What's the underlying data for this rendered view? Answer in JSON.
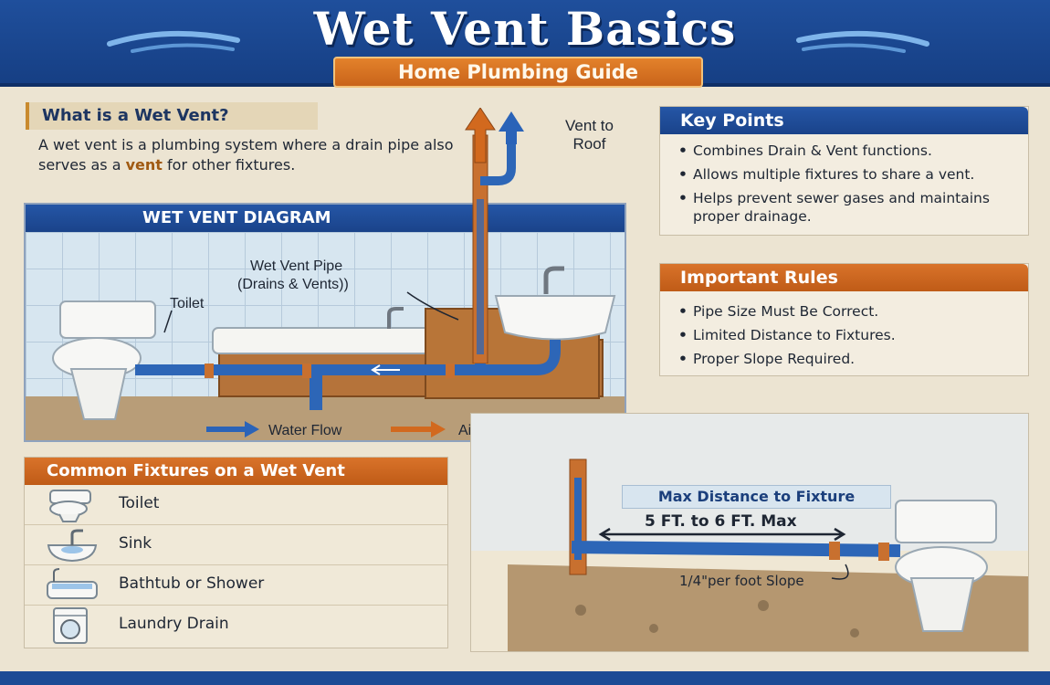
{
  "header": {
    "title": "Wet Vent Basics",
    "subtitle": "Home Plumbing Guide"
  },
  "intro": {
    "heading": "What is a Wet Vent?",
    "text_before": "A wet vent is a plumbing system where a drain pipe also serves as a ",
    "text_highlight": "vent",
    "text_after": " for other fixtures."
  },
  "diagram": {
    "heading": "WET VENT DIAGRAM",
    "vent_label_line1": "Vent to",
    "vent_label_line2": "Roof",
    "pipe_label_line1": "Wet Vent Pipe",
    "pipe_label_line2": "(Drains & Vents))",
    "toilet_label": "Toilet",
    "legend_water": "Water Flow",
    "legend_air": "Air Flow"
  },
  "key_points": {
    "heading": "Key Points",
    "items": [
      "Combines Drain & Vent functions.",
      "Allows multiple fixtures to share a vent.",
      "Helps prevent sewer gases and maintains proper drainage."
    ]
  },
  "rules": {
    "heading": "Important Rules",
    "items": [
      "Pipe Size Must Be Correct.",
      "Limited Distance to Fixtures.",
      "Proper Slope Required."
    ]
  },
  "fixtures": {
    "heading": "Common Fixtures on a Wet Vent",
    "items": [
      {
        "label": "Toilet",
        "icon": "toilet-icon"
      },
      {
        "label": "Sink",
        "icon": "sink-icon"
      },
      {
        "label": "Bathtub or Shower",
        "icon": "bathtub-icon"
      },
      {
        "label": "Laundry Drain",
        "icon": "washing-machine-icon"
      }
    ]
  },
  "distance": {
    "label": "Max Distance to Fixture",
    "range": "5 FT. to 6 FT. Max",
    "slope": "1/4\"per foot Slope"
  },
  "colors": {
    "header_blue": "#1f4f9c",
    "accent_orange": "#d9732a",
    "water_blue": "#2a63b8",
    "air_orange": "#d2691e",
    "copper": "#c8702f"
  }
}
